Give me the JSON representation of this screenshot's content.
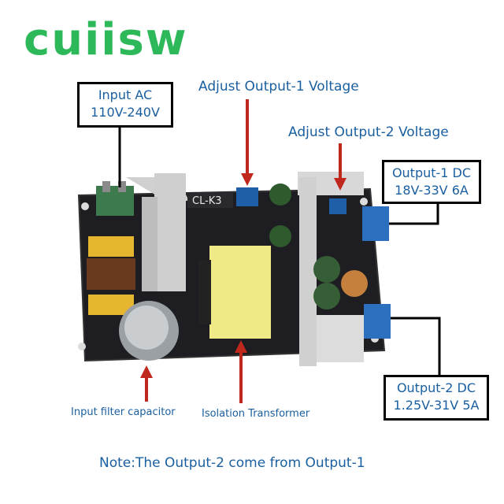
{
  "brand": {
    "logo": "cuiisw",
    "logo_color": "#2db85a"
  },
  "board": {
    "silkscreen": "CL-K3"
  },
  "labels": {
    "input_ac": {
      "line1": "Input AC",
      "line2": "110V-240V"
    },
    "adjust_out1": "Adjust Output-1 Voltage",
    "adjust_out2": "Adjust Output-2 Voltage",
    "output1": {
      "line1": "Output-1 DC",
      "line2": "18V-33V 6A"
    },
    "output2": {
      "line1": "Output-2 DC",
      "line2": "1.25V-31V 5A"
    },
    "input_filter": "Input filter capacitor",
    "isolation": "Isolation Transformer",
    "note": "Note:The Output-2 come from Output-1"
  },
  "colors": {
    "text": "#1a5fa0",
    "arrow": "#c0281e",
    "pcb": "#1e1e22",
    "heatsink": "#d8d8d8"
  }
}
